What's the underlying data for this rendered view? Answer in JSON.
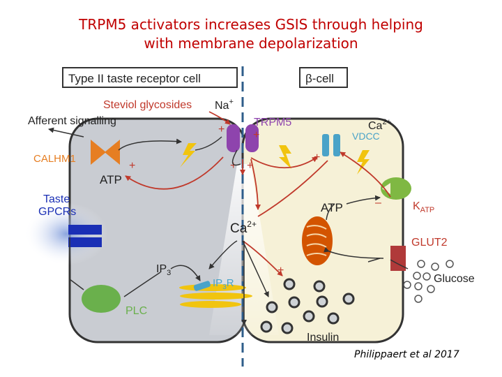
{
  "title": {
    "line1": "TRPM5 activators increases GSIS through helping",
    "line2": "with membrane depolarization"
  },
  "panels": {
    "left": "Type II taste receptor cell",
    "right": "β-cell"
  },
  "labels": {
    "steviol": "Steviol glycosides",
    "na": "Na",
    "na_sup": "+",
    "afferent": "Afferent signalling",
    "calhm1": "CALHM1",
    "atp_left": "ATP",
    "taste": "Taste",
    "gpcrs": "GPCRs",
    "trpm5": "TRPM5",
    "ca_top": "Ca",
    "ca_top_sup": "2+",
    "vdcc": "VDCC",
    "atp_right": "ATP",
    "katp_k": "K",
    "katp_sub": "ATP",
    "ca_center": "Ca",
    "ca_center_sup": "2+",
    "glut2": "GLUT2",
    "glucose": "Glucose",
    "ip3": "IP",
    "ip3_sub": "3",
    "ip3r": "IP",
    "ip3r_sub": "3",
    "ip3r_r": "R",
    "plc": "PLC",
    "insulin": "Insulin",
    "plus": "+",
    "minus": "–"
  },
  "colors": {
    "title": "#c00000",
    "steviol": "#c0392b",
    "trpm5": "#8e44ad",
    "vdcc": "#4aa3c8",
    "calhm1": "#e67e22",
    "gpcr": "#1a2fb5",
    "plc": "#6ab04c",
    "katp": "#7fb843",
    "glut2": "#b03a3a",
    "mito": "#d35400",
    "arrow_red": "#c0392b",
    "left_cell_fill": "#c9ccd2",
    "right_cell_fill": "#f6f1d7",
    "divider": "#2e5d8a"
  },
  "citation": "Philippaert et al 2017"
}
